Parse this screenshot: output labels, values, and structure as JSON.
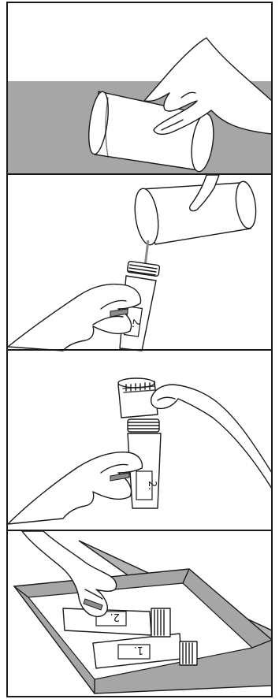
{
  "colors": {
    "background": "#ffffff",
    "shade": "#a6a6a6",
    "shade_dark": "#8a8a8a",
    "line": "#1a1a1a"
  },
  "panels": [
    {
      "step": "pour-cup-over-counter"
    },
    {
      "step": "pour-sample-into-tube"
    },
    {
      "step": "cap-the-tube"
    },
    {
      "step": "place-tubes-in-box"
    }
  ],
  "tube_labels": {
    "tube_2": "2.",
    "tube_1": "1."
  }
}
